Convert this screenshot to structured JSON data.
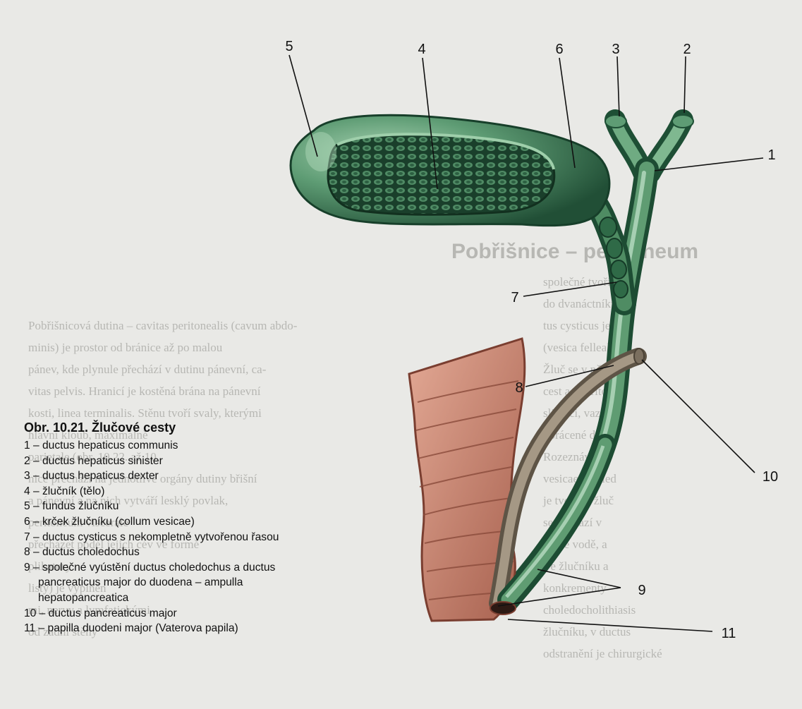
{
  "background_text": {
    "heading": "Pobřišnice – peritoneum",
    "left_lines": [
      "společné tvoří d",
      "do dvanáctníku.",
      "tus cysticus je v",
      "(vesica fellea).",
      "Žluč se v něm",
      "cest a je příto",
      "slizniči, vazivo",
      "obrácené do d",
      "Rozeznáváme",
      "vesicae. Posled",
      "je tvořena žluč",
      "se nachází v",
      "ný ve vodě, a",
      "Ve žlučníku a",
      "konkrementy",
      "choledocholithiasis",
      "žlučníku, v ductus",
      "odstranění je chirurgické"
    ],
    "right_lines": [
      "Pobřišnicová dutina – cavitas peritonealis (cavum abdo-",
      "minis) je prostor od bránice až po malou",
      "pánev, kde plynule přechází v dutinu pánevní, ca-",
      "vitas pelvis. Hranicí je kostěná brána na pánevní",
      "kosti, linea terminalis. Stěnu tvoří svaly, kterými",
      "hlavní kloub, maximálně",
      "parietale (obr. 10.22. až 10",
      "nice přechází na jednotlivé orgány dutiny břišní",
      "a pánevní a na nich vytváří lesklý povlak,",
      "peritoneum viscerale",
      "přecházet podél jejich cév ve formě",
      "plikatury",
      "listy) je vyplněn",
      "mi, nervy a lymfatickými",
      "od zadní stěny"
    ]
  },
  "labels": {
    "n1": "1",
    "n2": "2",
    "n3": "3",
    "n4": "4",
    "n5": "5",
    "n6": "6",
    "n7": "7",
    "n8": "8",
    "n9": "9",
    "n10": "10",
    "n11": "11"
  },
  "legend": {
    "title": "Obr. 10.21. Žlučové cesty",
    "items": [
      "1 – ductus hepaticus communis",
      "2 – ductus hepaticus sinister",
      "3 – ductus hepaticus dexter",
      "4 – žlučník (tělo)",
      "5 – fundus žlučníku",
      "6 – krček žlučníku (collum vesicae)",
      "7 – ductus cysticus s nekompletně vytvořenou řasou",
      "8 – ductus choledochus",
      "9 – společné vyústění ductus choledochus a ductus",
      "pancreaticus major do duodena – ampulla",
      "hepatopancreatica",
      "10 – ductus pancreaticus major",
      "11 – papilla duodeni major (Vaterova papila)"
    ]
  },
  "colors": {
    "page": "#e9e9e6",
    "ghost_text": "#b7b7b3",
    "green_dark": "#1f5a3c",
    "green_mid": "#3f7f5a",
    "green_light": "#8fbf9c",
    "duodenum": "#c8826e",
    "pancreatic_duct": "#8a7d6c"
  }
}
